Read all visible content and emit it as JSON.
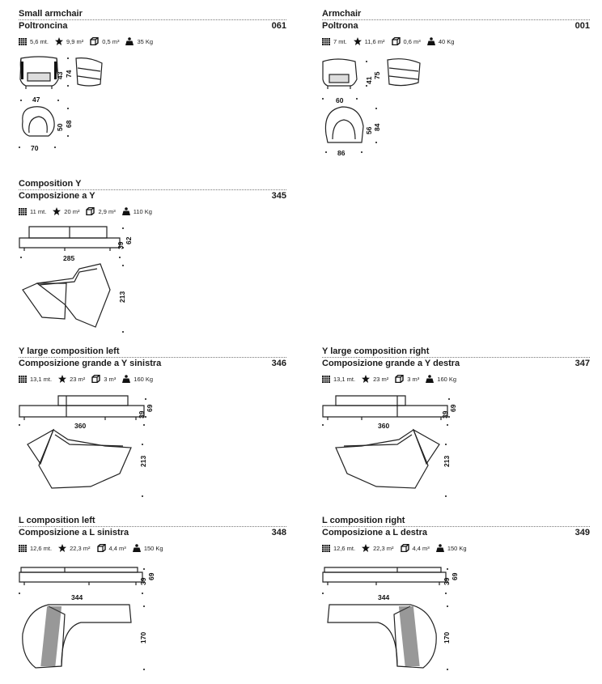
{
  "icons": {
    "length": "fabric-length-icon",
    "area": "leather-area-icon",
    "volume": "volume-box-icon",
    "weight": "weight-icon"
  },
  "items": [
    {
      "title_en": "Small armchair",
      "title_it": "Poltroncina",
      "code": "061",
      "specs": {
        "length": "5,6 mt.",
        "area": "9,9 m²",
        "volume": "0,5 m³",
        "weight": "35 Kg"
      },
      "dims": {
        "width": "47",
        "seat_h": "43",
        "height": "74",
        "depth": "70",
        "seat_d": "50",
        "depth2": "68"
      }
    },
    {
      "title_en": "Armchair",
      "title_it": "Poltrona",
      "code": "001",
      "specs": {
        "length": "7 mt.",
        "area": "11,6 m²",
        "volume": "0,6 m³",
        "weight": "40 Kg"
      },
      "dims": {
        "width": "60",
        "seat_h": "41",
        "height": "75",
        "depth": "86",
        "seat_d": "56",
        "depth2": "84"
      }
    },
    {
      "title_en": "Composition Y",
      "title_it": "Composizione a Y",
      "code": "345",
      "specs": {
        "length": "11 mt.",
        "area": "20 m²",
        "volume": "2,9 m³",
        "weight": "110 Kg"
      },
      "dims": {
        "width": "285",
        "seat_h": "39",
        "height": "62",
        "depth": "213"
      }
    },
    {
      "title_en": "Y large composition left",
      "title_it": "Composizione grande a Y sinistra",
      "code": "346",
      "specs": {
        "length": "13,1 mt.",
        "area": "23 m²",
        "volume": "3 m³",
        "weight": "160 Kg"
      },
      "dims": {
        "width": "360",
        "seat_h": "39",
        "height": "69",
        "depth": "213"
      }
    },
    {
      "title_en": "Y large composition right",
      "title_it": "Composizione grande a Y destra",
      "code": "347",
      "specs": {
        "length": "13,1 mt.",
        "area": "23 m²",
        "volume": "3 m³",
        "weight": "160 Kg"
      },
      "dims": {
        "width": "360",
        "seat_h": "39",
        "height": "69",
        "depth": "213"
      }
    },
    {
      "title_en": "L composition left",
      "title_it": "Composizione a L sinistra",
      "code": "348",
      "specs": {
        "length": "12,6 mt.",
        "area": "22,3 m²",
        "volume": "4,4 m³",
        "weight": "150 Kg"
      },
      "dims": {
        "width": "344",
        "seat_h": "39",
        "height": "69",
        "depth": "170"
      }
    },
    {
      "title_en": "L composition right",
      "title_it": "Composizione a L destra",
      "code": "349",
      "specs": {
        "length": "12,6 mt.",
        "area": "22,3 m²",
        "volume": "4,4 m³",
        "weight": "150 Kg"
      },
      "dims": {
        "width": "344",
        "seat_h": "39",
        "height": "69",
        "depth": "170"
      }
    }
  ]
}
